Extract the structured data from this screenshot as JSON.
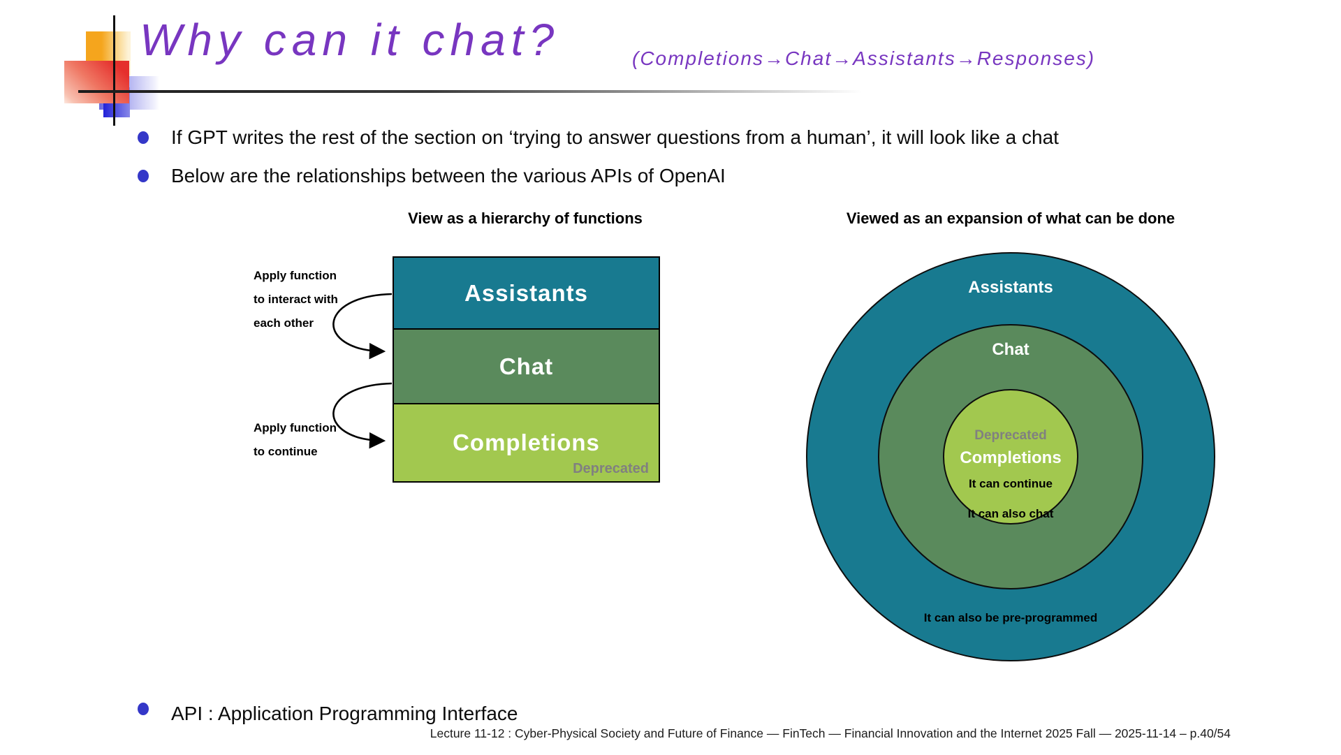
{
  "slide": {
    "title": "Why can it chat?",
    "subtitle": "(Completions→Chat→Assistants→Responses)",
    "bullets": [
      "If GPT writes the rest of the section on ‘trying to answer questions from a human’, it will look like a chat",
      "Below are the relationships between the various APIs of OpenAI"
    ],
    "bottom_bullet": "API : Application Programming Interface",
    "footer": "Lecture 11-12 : Cyber-Physical Society and Future of Finance — FinTech — Financial Innovation and the Internet 2025 Fall — 2025-11-14 – p.40/54"
  },
  "hierarchy_diagram": {
    "heading": "View as a hierarchy of functions",
    "layers": [
      {
        "label": "Assistants",
        "color": "#187a90"
      },
      {
        "label": "Chat",
        "color": "#5a8a5c"
      },
      {
        "label": "Completions",
        "color": "#a2c84f",
        "note": "Deprecated"
      }
    ],
    "annotations": [
      {
        "lines": [
          "Apply function",
          "to interact with",
          "each other"
        ]
      },
      {
        "lines": [
          "Apply function",
          "to continue"
        ]
      }
    ]
  },
  "expansion_diagram": {
    "heading": "Viewed as an expansion of what can be done",
    "rings": [
      {
        "label": "Assistants",
        "caption": "It can also be pre-programmed",
        "color": "#187a90"
      },
      {
        "label": "Chat",
        "caption": "It can also chat",
        "color": "#5a8a5c"
      },
      {
        "label": "Completions",
        "deprecated": "Deprecated",
        "caption": "It can continue",
        "color": "#a2c84f"
      }
    ]
  },
  "colors": {
    "title_purple": "#7836c0",
    "bullet_blue": "#3437c8",
    "deprecated_gray": "#808080",
    "teal": "#187a90",
    "green": "#5a8a5c",
    "lime": "#a2c84f"
  }
}
